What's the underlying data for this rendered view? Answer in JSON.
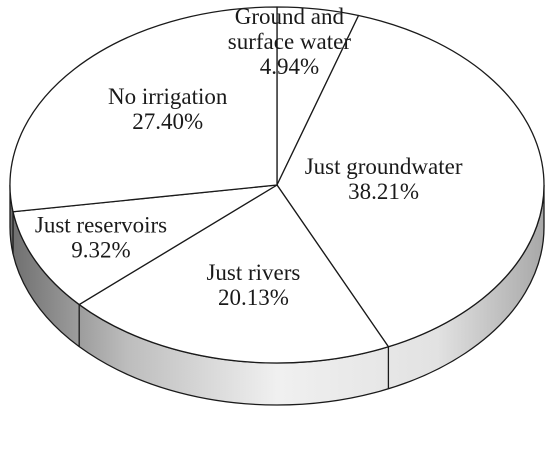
{
  "chart_data": {
    "type": "pie",
    "style": "3d",
    "start_angle_deg": 0,
    "direction": "clockwise",
    "fill_color": "#ffffff",
    "edge_color": "#1a1a1a",
    "slices": [
      {
        "label": [
          "Ground and",
          "surface water"
        ],
        "percent_label": "4.94%",
        "value": 4.94
      },
      {
        "label": [
          "Just groundwater"
        ],
        "percent_label": "38.21%",
        "value": 38.21
      },
      {
        "label": [
          "Just rivers"
        ],
        "percent_label": "20.13%",
        "value": 20.13
      },
      {
        "label": [
          "Just reservoirs"
        ],
        "percent_label": "9.32%",
        "value": 9.32
      },
      {
        "label": [
          "No irrigation"
        ],
        "percent_label": "27.40%",
        "value": 27.4
      }
    ]
  }
}
